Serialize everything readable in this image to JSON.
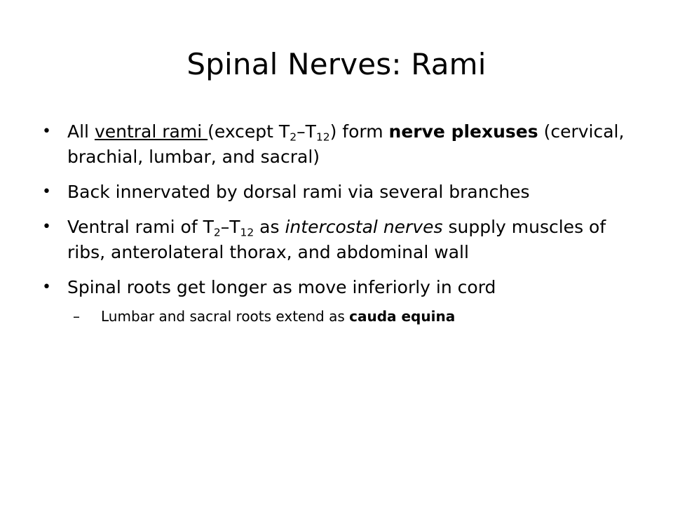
{
  "slide": {
    "title": "Spinal Nerves: Rami",
    "bullets": {
      "b1": {
        "part1": "All ",
        "ventral_rami": "ventral rami ",
        "part2": "(except T",
        "sub1": "2",
        "dash": "–T",
        "sub2": "12",
        "part3": ") form ",
        "nerve_plexuses": "nerve plexuses",
        "part4": " (cervical, brachial, lumbar, and sacral)"
      },
      "b2": {
        "text": "Back innervated by dorsal rami via several branches"
      },
      "b3": {
        "part1": "Ventral rami of T",
        "sub1": "2",
        "dash": "–T",
        "sub2": "12",
        "part2": " as ",
        "intercostal": "intercostal nerves",
        "part3": " supply muscles of ribs, anterolateral thorax, and abdominal wall"
      },
      "b4": {
        "text": "Spinal roots get longer as move inferiorly in cord",
        "sub": {
          "part1": "Lumbar and sacral roots extend as ",
          "cauda": "cauda equina"
        }
      }
    },
    "bullet_glyph": "•",
    "dash_glyph": "–"
  }
}
